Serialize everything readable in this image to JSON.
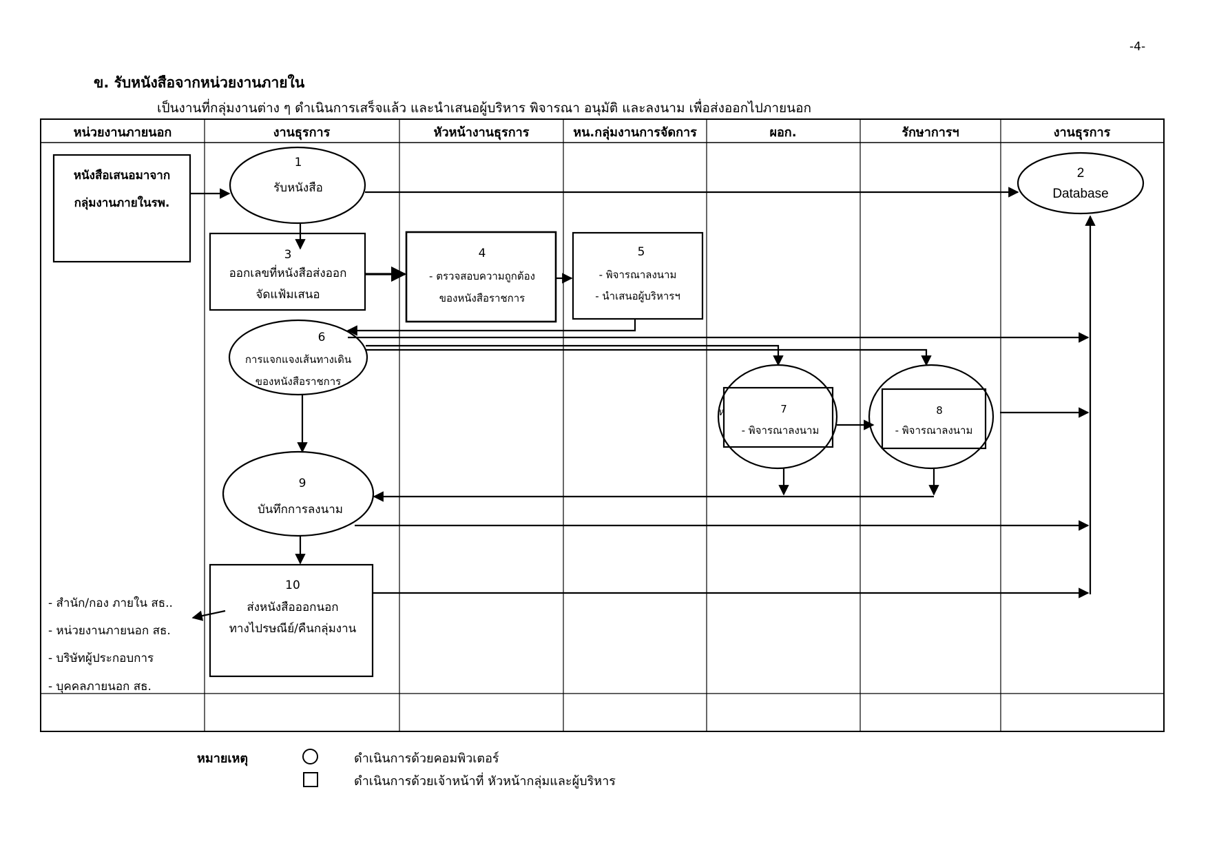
{
  "page_number": "-4-",
  "heading": "ข.  รับหนังสือจากหน่วยงานภายใน",
  "subtitle": "เป็นงานที่กลุ่มงานต่าง ๆ ดำเนินการเสร็จแล้ว และนำเสนอผู้บริหาร  พิจารณา  อนุมัติ และลงนาม  เพื่อส่งออกไปภายนอก",
  "lanes": [
    {
      "label": "หน่วยงานภายนอก"
    },
    {
      "label": "งานธุรการ"
    },
    {
      "label": "หัวหน้างานธุรการ"
    },
    {
      "label": "หน.กลุ่มงานการจัดการ"
    },
    {
      "label": "ผอก."
    },
    {
      "label": "รักษาการฯ"
    },
    {
      "label": "งานธุรการ"
    }
  ],
  "nodes": {
    "source": {
      "line1": "หนังสือเสนอมาจาก",
      "line2": "กลุ่มงานภายในรพ."
    },
    "n1": {
      "number": "1",
      "label": "รับหนังสือ"
    },
    "n2": {
      "number": "2",
      "label": "Database"
    },
    "n3": {
      "number": "3",
      "line1": "ออกเลขที่หนังสือส่งออก",
      "line2": "จัดแฟ้มเสนอ"
    },
    "n4": {
      "number": "4",
      "line1": "-  ตรวจสอบความถูกต้อง",
      "line2": "ของหนังสือราชการ"
    },
    "n5": {
      "number": "5",
      "line1": "-  พิจารณาลงนาม",
      "line2": "-  นำเสนอผู้บริหารฯ"
    },
    "n6": {
      "number": "6",
      "line1": "การแจกแจงเส้นทางเดิน",
      "line2": "ของหนังสือราชการ"
    },
    "n7": {
      "number": "7",
      "label": "-  พิจารณาลงนาม",
      "stray": "ห"
    },
    "n8": {
      "number": "8",
      "label": "-  พิจารณาลงนาม"
    },
    "n9": {
      "number": "9",
      "label": "บันทึกการลงนาม"
    },
    "n10": {
      "number": "10",
      "line1": "ส่งหนังสือออกนอก",
      "line2": "ทางไปรษณีย์/คืนกลุ่มงาน"
    }
  },
  "recipients": [
    "-  สำนัก/กอง ภายใน สธ..",
    "-  หน่วยงานภายนอก สธ.",
    "-  บริษัทผู้ประกอบการ",
    "-  บุคคลภายนอก สธ."
  ],
  "legend": {
    "title": "หมายเหตุ",
    "items": [
      {
        "shape": "circle",
        "text": "ดำเนินการด้วยคอมพิวเตอร์"
      },
      {
        "shape": "square",
        "text": "ดำเนินการด้วยเจ้าหน้าที่  หัวหน้ากลุ่มและผู้บริหาร"
      }
    ]
  }
}
